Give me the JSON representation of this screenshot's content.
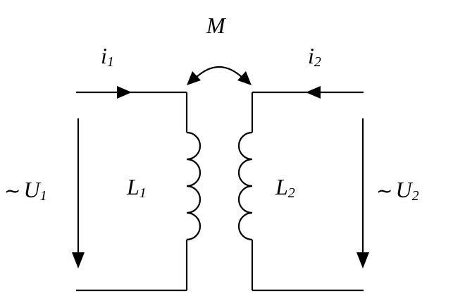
{
  "labels": {
    "mutual": "M",
    "current1": {
      "main": "i",
      "sub": "1"
    },
    "current2": {
      "main": "i",
      "sub": "2"
    },
    "voltage1": {
      "symbol": "~",
      "main": "U",
      "sub": "1"
    },
    "voltage2": {
      "symbol": "~",
      "main": "U",
      "sub": "2"
    },
    "inductor1": {
      "main": "L",
      "sub": "1"
    },
    "inductor2": {
      "main": "L",
      "sub": "2"
    }
  },
  "colors": {
    "ink": "#000000",
    "background": "#ffffff"
  }
}
